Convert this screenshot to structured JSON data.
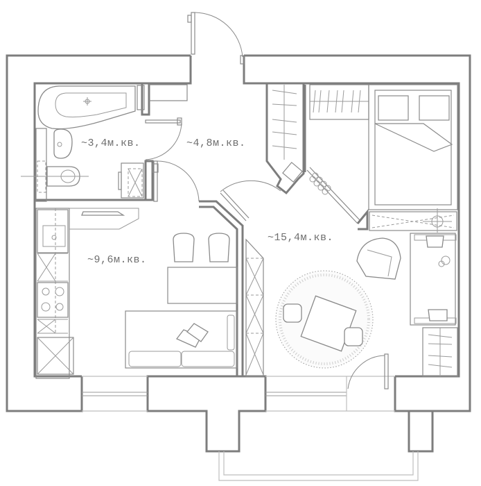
{
  "plan": {
    "type": "apartment floor plan",
    "units": "м.кв.",
    "colors": {
      "walls": "#7d7d7d",
      "lines": "#8a8a8a",
      "text": "#6e6e6e",
      "background": "#ffffff"
    }
  },
  "rooms": [
    {
      "id": "bathroom",
      "area_label": "~3,4м.кв."
    },
    {
      "id": "hallway",
      "area_label": "~4,8м.кв."
    },
    {
      "id": "kitchen-living",
      "area_label": "~9,6м.кв."
    },
    {
      "id": "bedroom-living",
      "area_label": "~15,4м.кв."
    }
  ],
  "furniture": {
    "bathroom": [
      "bathtub",
      "sink",
      "toilet",
      "washing-machine"
    ],
    "kitchen": [
      "sink",
      "stove",
      "cabinets",
      "fridge",
      "bar-counter",
      "bar-stools",
      "sofa",
      "pillows",
      "range-hood"
    ],
    "bedroom": [
      "double-bed",
      "wardrobe",
      "armchair",
      "round-rug",
      "table",
      "chairs",
      "crib",
      "storage-shelf"
    ]
  }
}
